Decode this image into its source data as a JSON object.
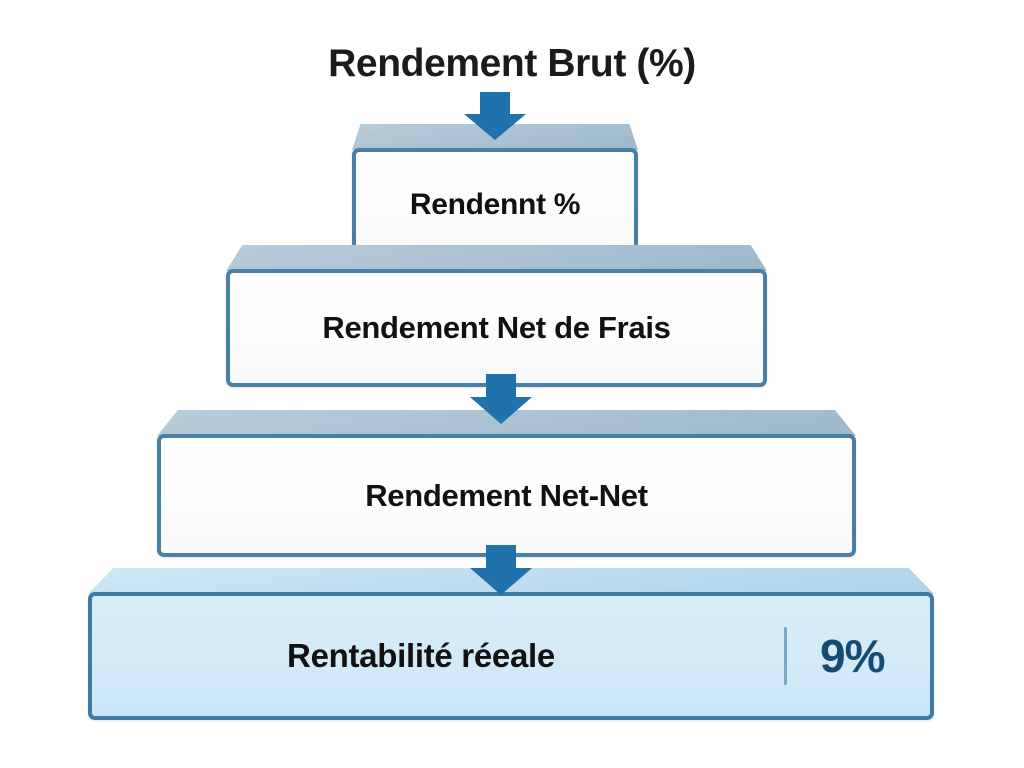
{
  "title": "Rendement Brut (%)",
  "background_color": "#ffffff",
  "colors": {
    "arrow": "#1f72ab",
    "box_border": "#4b7fa3",
    "box_fill": "#ffffff",
    "lid_fill": "#aec5d4",
    "result_fill": "#d6eaf8",
    "result_border": "#3f7ba4",
    "value_text": "#174a72",
    "label_text": "#111111",
    "divider": "#7ba7c4"
  },
  "tiers": [
    {
      "label": "Rendennt %",
      "level": 1
    },
    {
      "label": "Rendement Net de Frais",
      "level": 2
    },
    {
      "label": "Rendement Net-Net",
      "level": 3
    },
    {
      "label": "Rentabilité réeale",
      "value": "9%",
      "level": 4
    }
  ],
  "arrows": [
    {
      "name": "arrow-title-to-tier1"
    },
    {
      "name": "arrow-tier2-to-tier3"
    },
    {
      "name": "arrow-tier3-to-tier4"
    }
  ]
}
